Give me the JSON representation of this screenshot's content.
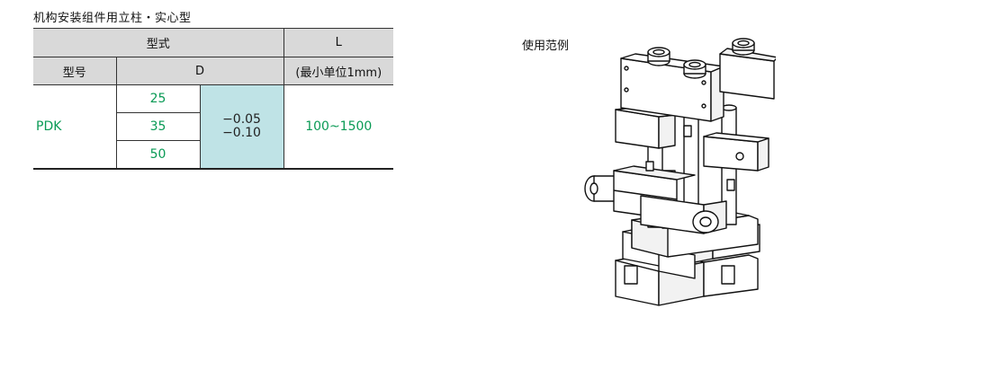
{
  "title": "机构安装组件用立柱・实心型",
  "table": {
    "header_type": "型式",
    "header_L": "L",
    "header_model": "型号",
    "header_D": "D",
    "header_L_unit": "(最小单位1mm)",
    "model": "PDK",
    "diameters": [
      "25",
      "35",
      "50"
    ],
    "tolerance_upper": "−0.05",
    "tolerance_lower": "−0.10",
    "length_range": "100~1500"
  },
  "usage": {
    "label": "使用范例"
  },
  "colors": {
    "header_bg": "#d9d9d9",
    "tolerance_bg": "#bfe3e6",
    "value_green": "#0a9a55"
  }
}
